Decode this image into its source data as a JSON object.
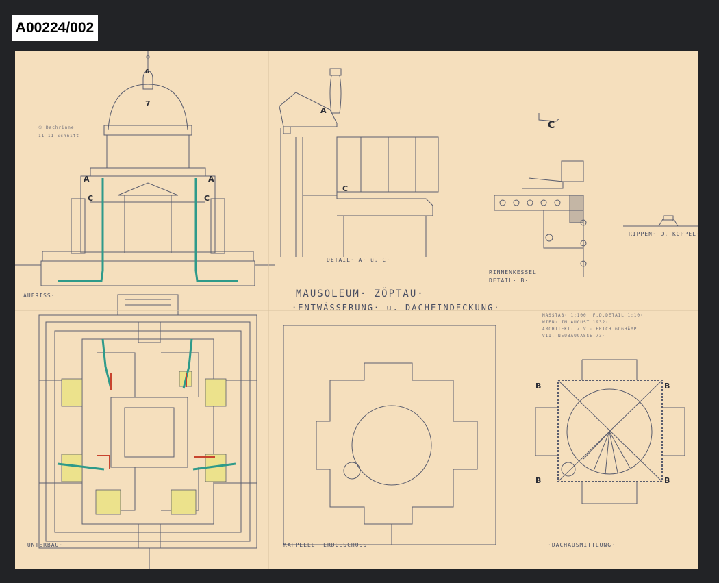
{
  "catalog_id": "A00224/002",
  "drawing": {
    "title_line1": "MAUSOLEUM· ZÖPTAU·",
    "title_line2": "·ENTWÄSSERUNG· u. DACHEINDECKUNG·",
    "labels": {
      "aufriss": "AUFRISS·",
      "unterbau": "·UNTERBAU·",
      "kapelle": "KAPPELLE· ERDGESCHOSS·",
      "dachausmittlung": "·DACHAUSMITTLUNG·",
      "detail_ac": "DETAIL· A· u. C·",
      "rinnenkessel": "RINNENKESSEL",
      "detail_b": "DETAIL· B·",
      "rippen": "RIPPEN· O. KOPPEL·"
    },
    "scale_block": [
      "MASSTAB· 1:100· F.D.DETAIL 1:10·",
      "WIEN· IM AUGUST 1932·",
      "ARCHITEKT· Z.V.· ERICH GOGHÄMP",
      "VII. NEUBAUGASSE 73·"
    ],
    "letters": {
      "a": "A",
      "b": "B",
      "c": "C",
      "dome_number": "7",
      "lantern_number": "6"
    },
    "notes": {
      "aufriss_note_1": "① Dachrinne",
      "aufriss_note_2": "11-11 Schnitt"
    },
    "colors": {
      "paper": "#f5dfbd",
      "ink": "#4a4f63",
      "pipe": "#2e9a8a",
      "highlight": "#ece28c",
      "red": "#c8442e"
    }
  }
}
